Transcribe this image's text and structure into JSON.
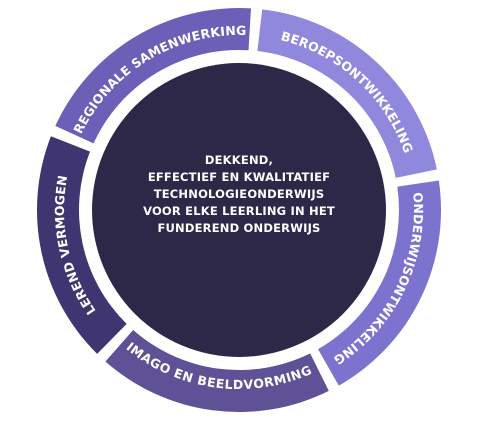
{
  "center": {
    "lines": [
      "DEKKEND,",
      "EFFECTIEF EN KWALITATIEF",
      "TECHNOLOGIEONDERWIJS",
      "VOOR ELKE LEERLING IN HET",
      "FUNDEREND ONDERWIJS"
    ],
    "color": "#2d2748"
  },
  "segments": [
    {
      "label": "BEROEPSONTWIKKELING",
      "color": "#8f88dd"
    },
    {
      "label": "ONDERWIJSONTWIKKELING",
      "color": "#7c73cf"
    },
    {
      "label": "IMAGO EN BEELDVORMING",
      "color": "#5e5196"
    },
    {
      "label": "LEREND VERMOGEN",
      "color": "#3f3571"
    },
    {
      "label": "REGIONALE SAMENWERKING",
      "color": "#6b5fb7"
    }
  ],
  "ring_background": "#ffffff"
}
